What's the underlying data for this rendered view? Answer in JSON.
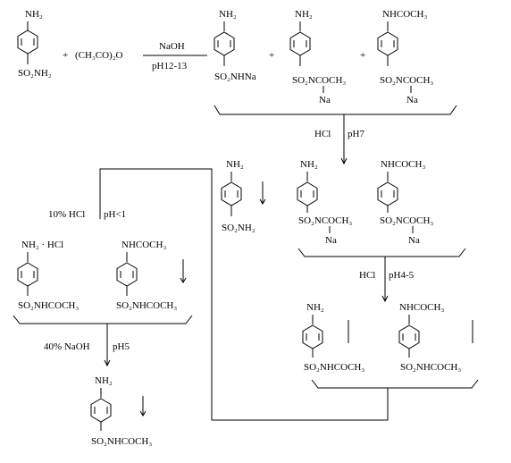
{
  "step1": {
    "sulfanilamide_top": "NH₂",
    "sulfanilamide_bottom": "SO₂NH₂",
    "plus": "+",
    "anhydride": "(CH₃CO)₂O",
    "reagent": "NaOH",
    "ph": "pH12-13"
  },
  "products1": {
    "p1_top": "NH₂",
    "p1_bottom": "SO₂NHNa",
    "plus1": "+",
    "p2_top": "NH₂",
    "p2_bottom": "SO₂NCOCH₃",
    "p2_na": "Na",
    "plus2": "+",
    "p3_top": "NHCOCH₃",
    "p3_bottom": "SO₂NCOCH₃",
    "p3_na": "Na"
  },
  "step2": {
    "reagent": "HCl",
    "ph": "pH7"
  },
  "middle": {
    "m1_top": "NH₂",
    "m1_bottom": "SO₂NH₂",
    "m2_top": "NH₂",
    "m2_bottom": "SO₂NCOCH₃",
    "m2_na": "Na",
    "m3_top": "NHCOCH₃",
    "m3_bottom": "SO₂NCOCH₃",
    "m3_na": "Na"
  },
  "step3": {
    "reagent": "HCl",
    "ph": "pH4-5"
  },
  "right_bottom": {
    "r1_top": "NH₂",
    "r1_bottom": "SO₂NHCOCH₃",
    "r2_top": "NHCOCH₃",
    "r2_bottom": "SO₂NHCOCH₃"
  },
  "step4": {
    "reagent": "10% HCl",
    "ph": "pH<1"
  },
  "left": {
    "l1_top": "NH₂ · HCl",
    "l1_bottom": "SO₂NHCOCH₃",
    "l2_top": "NHCOCH₃",
    "l2_bottom": "SO₂NHCOCH₃"
  },
  "step5": {
    "reagent": "40% NaOH",
    "ph": "pH5"
  },
  "final": {
    "f_top": "NH₂",
    "f_bottom": "SO₂NHCOCH₃"
  }
}
